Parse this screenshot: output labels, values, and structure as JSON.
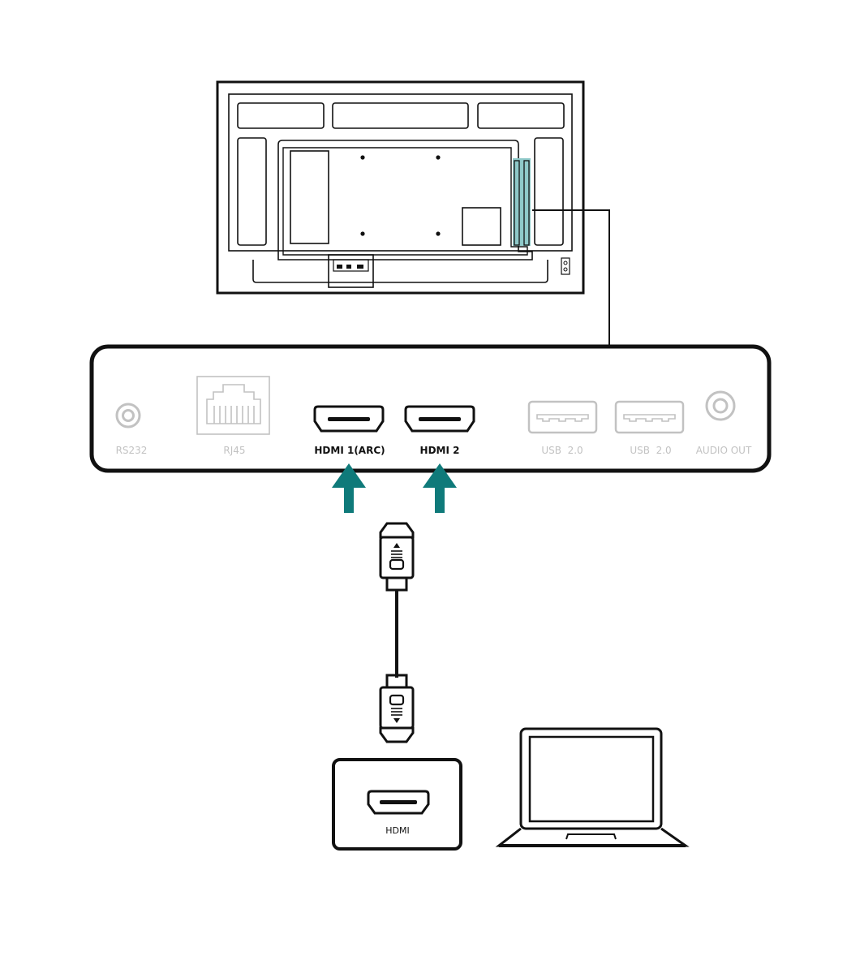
{
  "colors": {
    "line": "#111111",
    "dimmed": "#c2c2c2",
    "accent": "#0f7a7a",
    "highlight": "#8fc9c9"
  },
  "icons": [
    "rs232-port-icon",
    "rj45-port-icon",
    "hdmi-port-icon",
    "usb-port-icon",
    "audio-jack-icon",
    "hdmi-plug-icon",
    "laptop-icon",
    "arrow-up-icon"
  ],
  "panel": {
    "ports": [
      {
        "label": "RS232",
        "active": false
      },
      {
        "label": "RJ45",
        "active": false
      },
      {
        "label": "HDMI 1(ARC)",
        "active": true
      },
      {
        "label": "HDMI 2",
        "active": true
      },
      {
        "label": "USB  2.0",
        "active": false
      },
      {
        "label": "USB  2.0",
        "active": false
      },
      {
        "label": "AUDIO OUT",
        "active": false
      }
    ]
  },
  "source": {
    "port_label": "HDMI"
  }
}
